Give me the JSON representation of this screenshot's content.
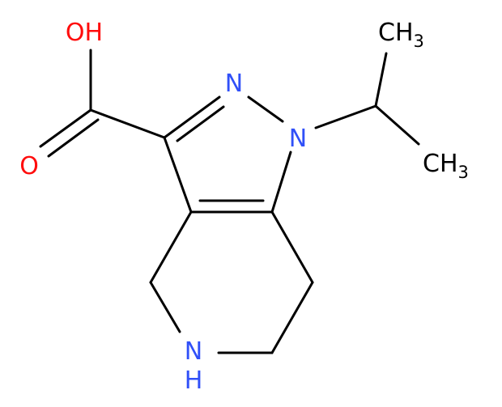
{
  "colors": {
    "carbon": "#000000",
    "nitrogen": "#3050f8",
    "oxygen": "#ff0d0d",
    "background": "#ffffff"
  },
  "atoms": [
    {
      "id": "OH",
      "label": "OH",
      "element": "O"
    },
    {
      "id": "O",
      "label": "O",
      "element": "O"
    },
    {
      "id": "N2",
      "label": "N",
      "element": "N"
    },
    {
      "id": "N1",
      "label": "N",
      "element": "N"
    },
    {
      "id": "NH",
      "label": "NH",
      "element": "N",
      "sub": "H"
    },
    {
      "id": "CH3a",
      "label": "CH3",
      "element": "C"
    },
    {
      "id": "CH3b",
      "label": "CH3",
      "element": "C"
    }
  ],
  "labels": {
    "oh": "OH",
    "o": "O",
    "n2": "N",
    "n1": "N",
    "nh_n": "N",
    "nh_h": "H",
    "ch3a_ch": "CH",
    "ch3a_sub": "3",
    "ch3b_ch": "CH",
    "ch3b_sub": "3"
  }
}
